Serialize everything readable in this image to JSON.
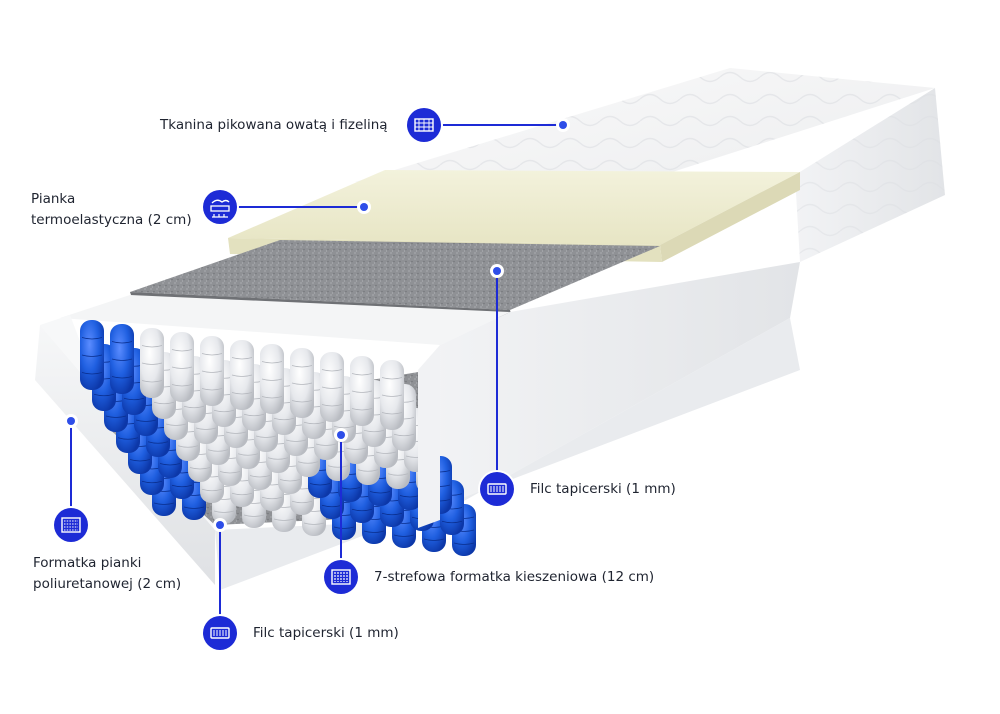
{
  "labels": {
    "cover_fabric": "Tkanina pikowana owatą i fizeliną",
    "thermo_foam_line1": "Pianka",
    "thermo_foam_line2": "termoelastyczna (2 cm)",
    "felt_right": "Filc tapicerski (1 mm)",
    "pu_foam_line1": "Formatka pianki",
    "pu_foam_line2": "poliuretanowej (2 cm)",
    "pocket_springs": "7-strefowa formatka kieszeniowa (12 cm)",
    "felt_bottom": "Filc tapicerski (1 mm)"
  },
  "icons": {
    "cover_fabric": "quilted-fabric-icon",
    "thermo_foam": "memory-foam-icon",
    "felt_right": "felt-layer-icon",
    "pu_foam": "foam-block-icon",
    "pocket_springs": "pocket-spring-icon",
    "felt_bottom": "felt-layer-icon"
  },
  "colors": {
    "accent": "#1d2bd6",
    "spring_blue": "#1f5fe0",
    "spring_white": "#e4e6ea",
    "thermo_foam": "#efeed8",
    "felt": "#8e9094",
    "cover": "#f5f6f7"
  }
}
